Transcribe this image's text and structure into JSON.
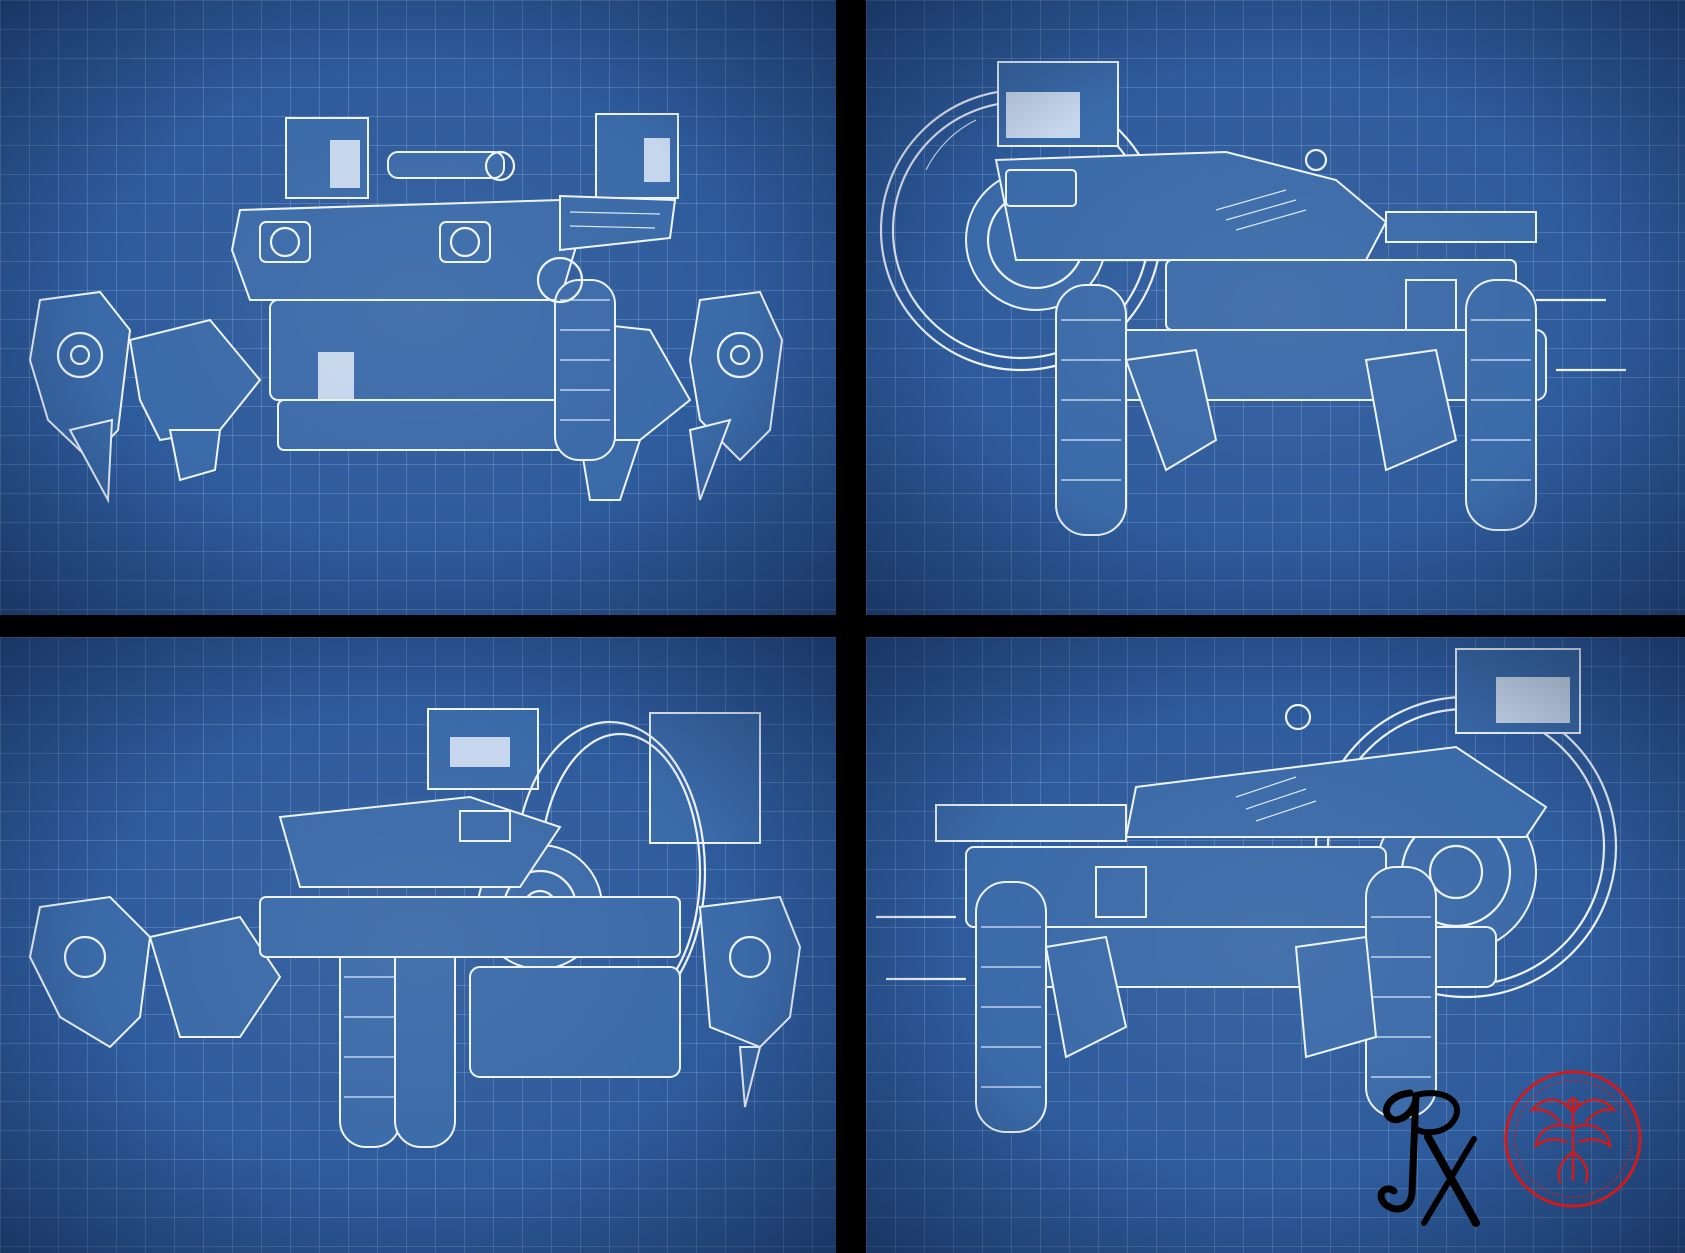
{
  "artwork": {
    "views": [
      {
        "view": "front"
      },
      {
        "view": "side-right"
      },
      {
        "view": "three-quarter-front"
      },
      {
        "view": "side-left"
      }
    ],
    "colors": {
      "blueprint_background": "#2e5b9c",
      "grid_line": "#bed7f5",
      "drawing_line": "#eef4ff",
      "separator": "#000000",
      "seal_red": "#d11a1a",
      "signature_black": "#000000"
    },
    "signature_monogram": "RX"
  }
}
